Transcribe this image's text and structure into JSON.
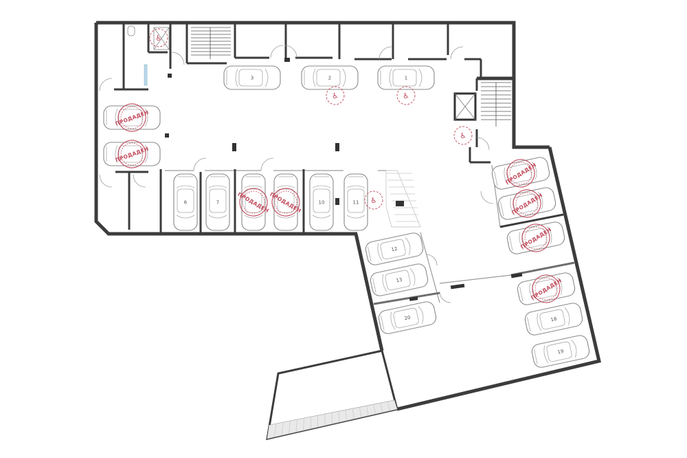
{
  "colors": {
    "wall": "#3c3c3c",
    "stamp": "#c0485a",
    "car_outline": "#8a8a8a",
    "background": "#ffffff"
  },
  "stamp_text": "ПРОДАДЕН",
  "accessible_symbol": "♿",
  "parking_spaces": [
    {
      "id": "3",
      "sold": false,
      "accessible": false
    },
    {
      "id": "2",
      "sold": false,
      "accessible": true
    },
    {
      "id": "1",
      "sold": false,
      "accessible": true
    },
    {
      "id": "",
      "sold": true,
      "accessible": false
    },
    {
      "id": "",
      "sold": true,
      "accessible": false
    },
    {
      "id": "6",
      "sold": false,
      "accessible": false
    },
    {
      "id": "7",
      "sold": false,
      "accessible": false
    },
    {
      "id": "",
      "sold": true,
      "accessible": false
    },
    {
      "id": "",
      "sold": true,
      "accessible": false
    },
    {
      "id": "10",
      "sold": false,
      "accessible": false
    },
    {
      "id": "11",
      "sold": false,
      "accessible": true
    },
    {
      "id": "12",
      "sold": false,
      "accessible": false
    },
    {
      "id": "13",
      "sold": false,
      "accessible": false
    },
    {
      "id": "20",
      "sold": false,
      "accessible": false
    },
    {
      "id": "",
      "sold": true,
      "accessible": false
    },
    {
      "id": "",
      "sold": true,
      "accessible": false
    },
    {
      "id": "",
      "sold": true,
      "accessible": false
    },
    {
      "id": "",
      "sold": true,
      "accessible": false
    },
    {
      "id": "18",
      "sold": false,
      "accessible": false
    },
    {
      "id": "19",
      "sold": false,
      "accessible": false
    }
  ]
}
